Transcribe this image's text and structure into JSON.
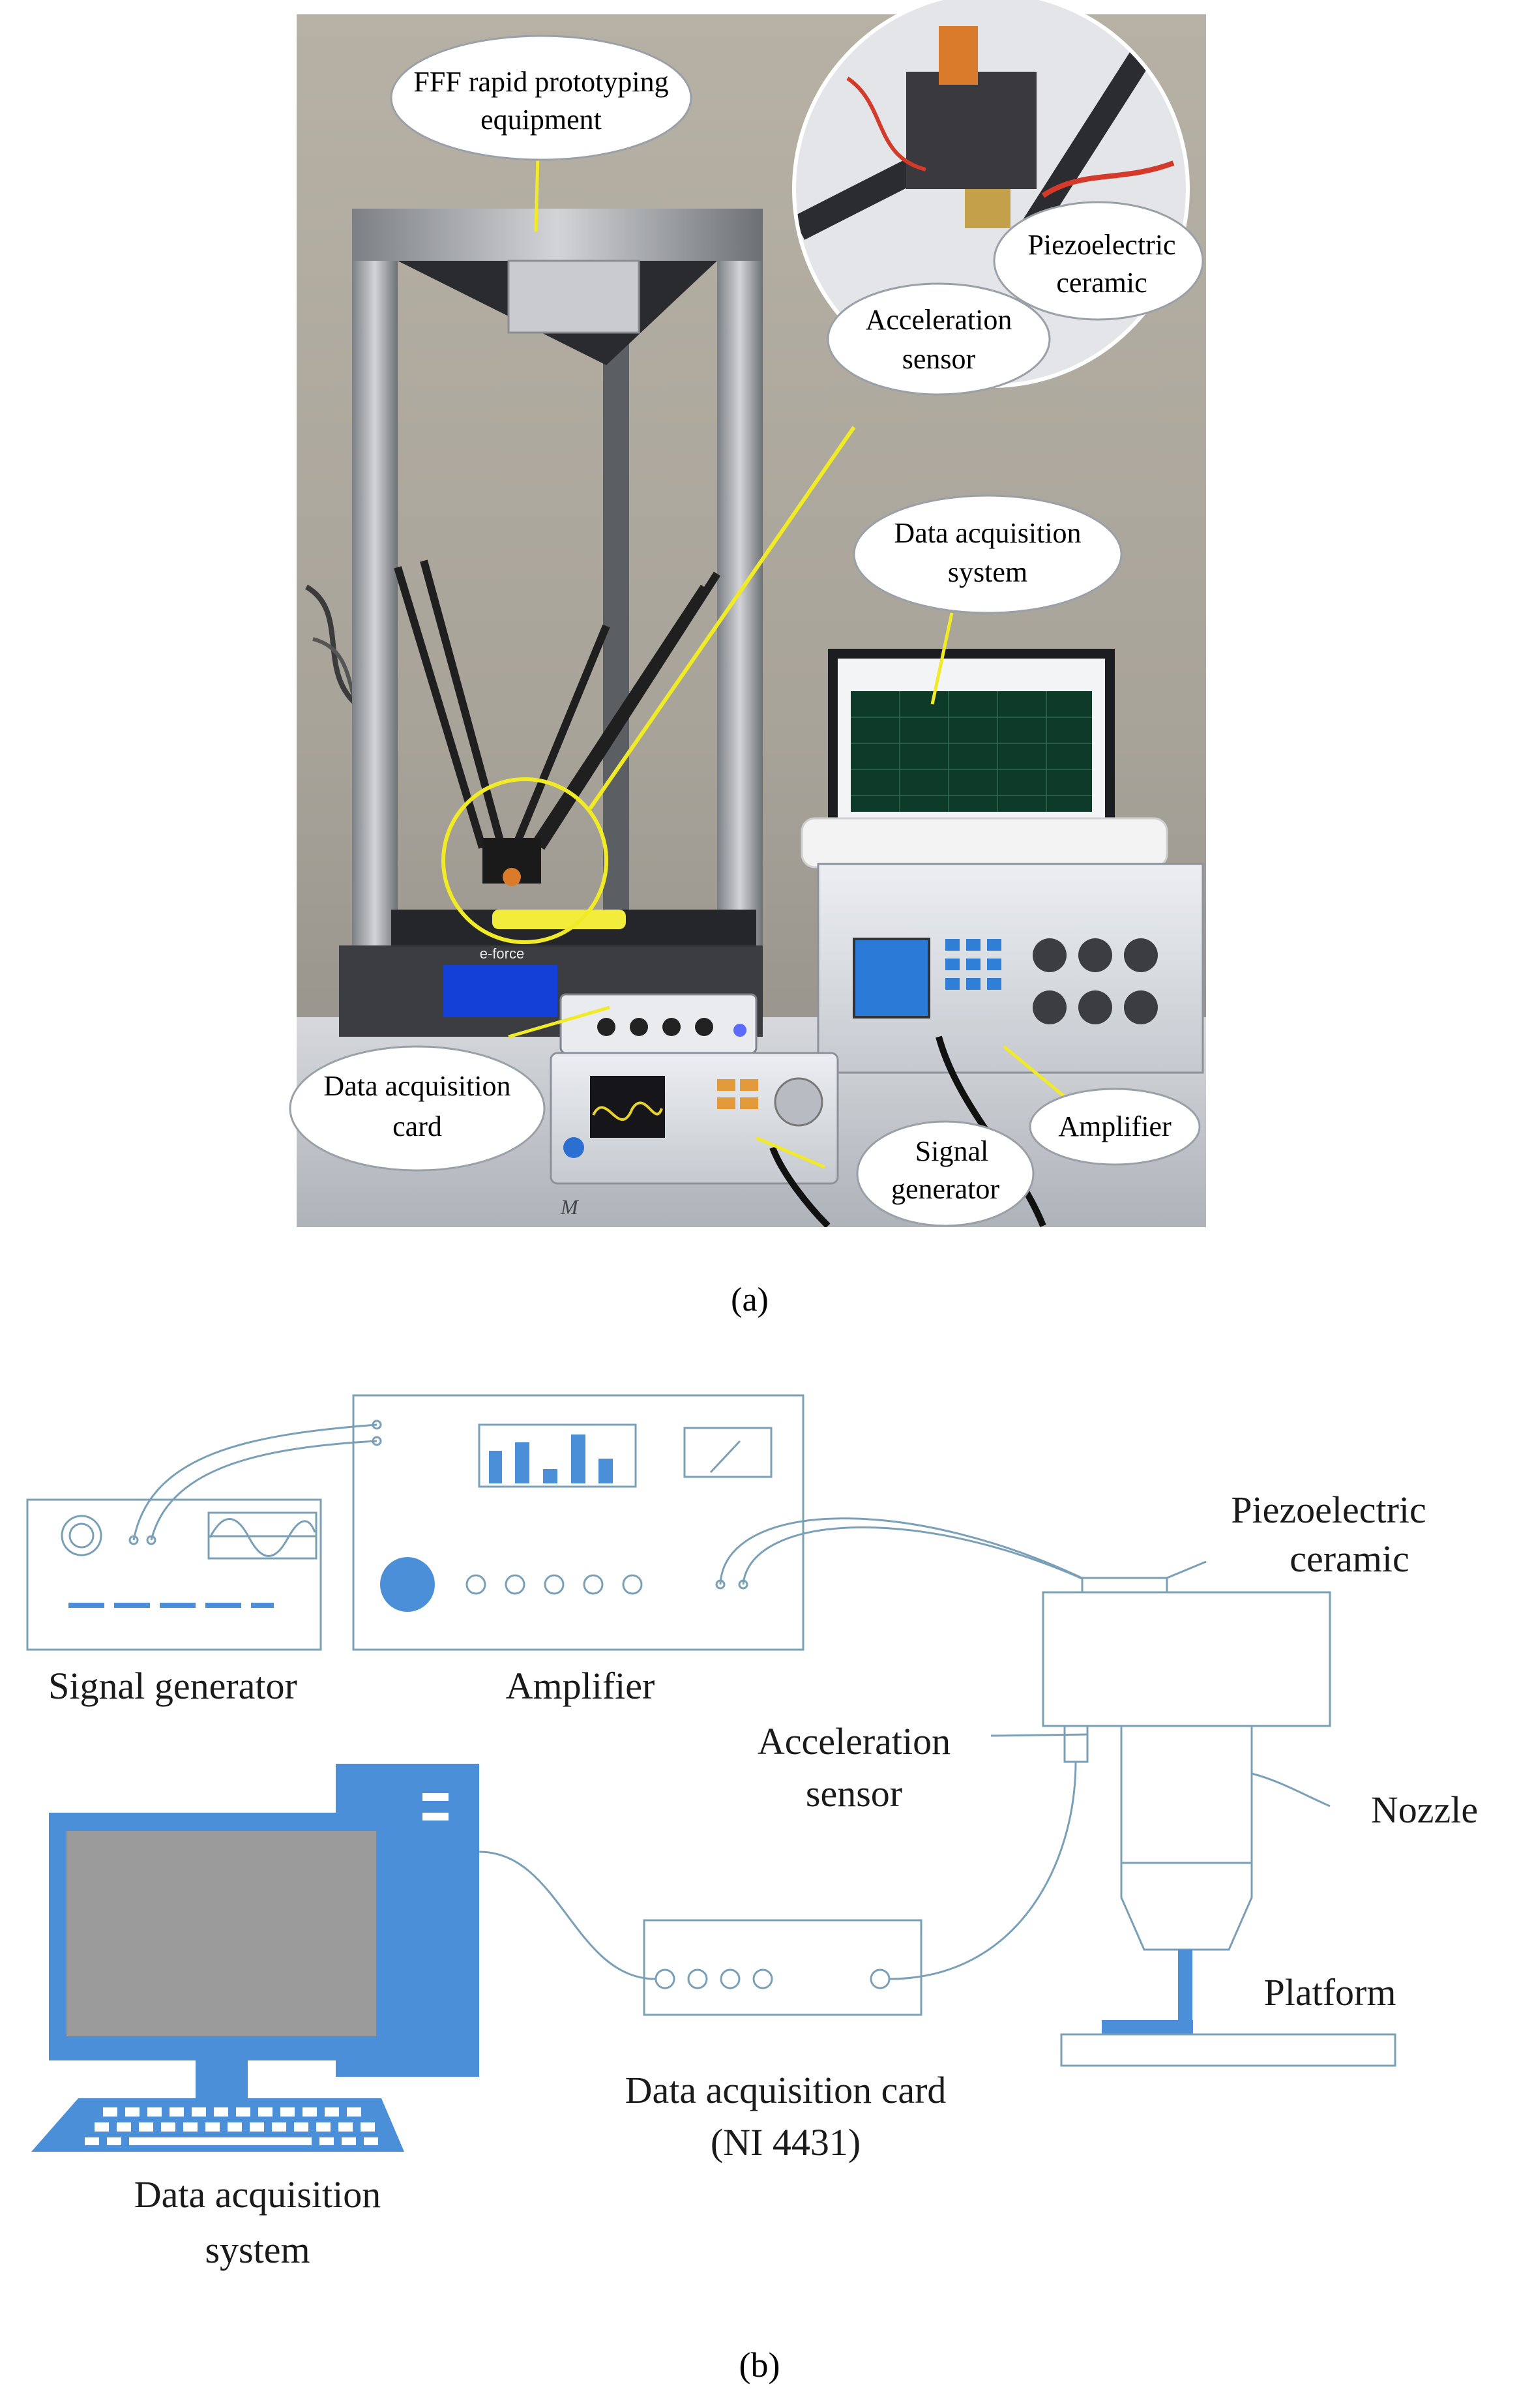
{
  "panel_a": {
    "caption": "(a)",
    "callouts": {
      "fff": [
        "FFF rapid prototyping",
        "equipment"
      ],
      "piezo": [
        "Piezoelectric",
        "ceramic"
      ],
      "accel": [
        "Acceleration",
        "sensor"
      ],
      "das": [
        "Data acquisition",
        "system"
      ],
      "daq_card": [
        "Data acquisition",
        "card"
      ],
      "signal": [
        "Signal",
        "generator"
      ],
      "amplifier": [
        "Amplifier"
      ]
    },
    "photo_marks": {
      "printer_screen_brand": "e-force",
      "handwritten_note": "M"
    }
  },
  "panel_b": {
    "caption": "(b)",
    "labels": {
      "signal_generator": "Signal generator",
      "amplifier": "Amplifier",
      "piezo": [
        "Piezoelectric",
        "ceramic"
      ],
      "accel": [
        "Acceleration",
        "sensor"
      ],
      "nozzle": "Nozzle",
      "platform": "Platform",
      "daq_card": [
        "Data acquisition card",
        "(NI 4431)"
      ],
      "das": [
        "Data acquisition",
        "system"
      ]
    },
    "colors": {
      "accent_blue": "#4a8fd8",
      "line": "#6f8fa8",
      "box_stroke": "#7aa0b8"
    }
  }
}
